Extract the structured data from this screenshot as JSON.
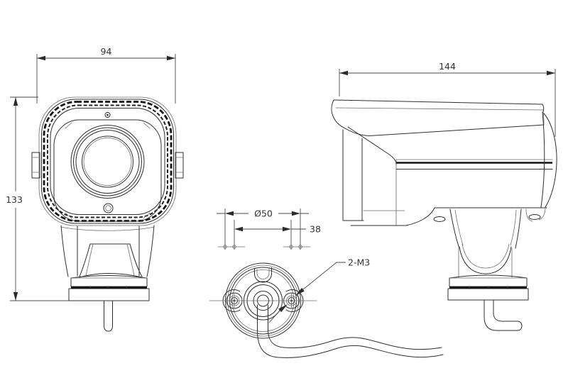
{
  "meta": {
    "type": "technical-dimension-drawing",
    "subject": "bullet security camera - front, bottom and side orthographic views"
  },
  "dims": {
    "front_width": "94",
    "front_height": "133",
    "side_length": "144",
    "base_diameter": "Ø50",
    "hole_spacing": "38",
    "thread_callout": "2-M3"
  },
  "colors": {
    "background": "#ffffff",
    "object_line": "#2f2f2f",
    "heavy_line": "#111111",
    "dimension_line": "#4a4a4a",
    "text": "#333333"
  }
}
